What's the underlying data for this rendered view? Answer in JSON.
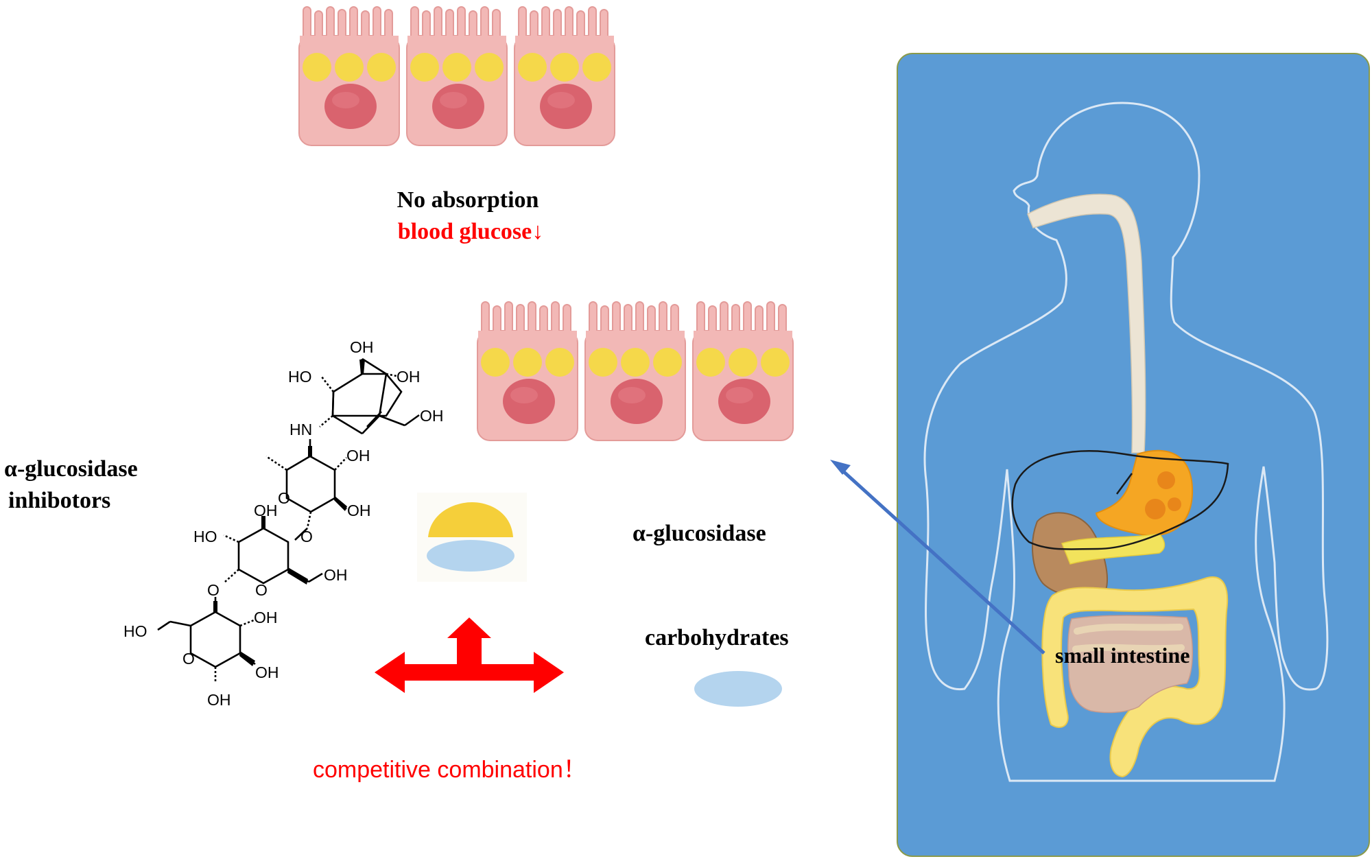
{
  "labels": {
    "no_absorption": "No absorption",
    "blood_glucose": "blood glucose↓",
    "inhibitor_line1": "α-glucosidase",
    "inhibitor_line2": "inhibotors",
    "enzyme": "α-glucosidase",
    "carbohydrates": "carbohydrates",
    "competitive": "competitive combination！",
    "small_intestine": "small intestine"
  },
  "chem_labels": {
    "oh_top": "OH",
    "ho_ring1": "HO",
    "oh_ring1_r": "OH",
    "oh_ch2": "OH",
    "hn": "HN",
    "oh_ring2_r": "OH",
    "o_ring2": "O",
    "oh_ring2_b": "OH",
    "oh_ring3_t": "OH",
    "o_link1": "O",
    "ho_ring3": "HO",
    "o_link2": "O",
    "o_ring3": "O",
    "oh_ring3_ch2": "OH",
    "ho_ring4": "HO",
    "oh_ring4_r": "OH",
    "o_ring4": "O",
    "oh_ring4_b": "OH",
    "oh_ring4_bot": "OH"
  },
  "colors": {
    "cell_body": "#f2b8b6",
    "cell_edge": "#e09a98",
    "vesicle": "#f5d84a",
    "nucleus": "#d9636e",
    "body_panel": "#5b9bd5",
    "red": "#ff0000",
    "arrow_blue": "#4472c4",
    "carb_blue": "#b4d4ee",
    "enzyme_yellow": "#f5cf3a",
    "esophagus": "#ece4d4",
    "intestine_yellow": "#f8e27a"
  },
  "icons": {
    "cells_top": "epithelial-cell-row",
    "cells_mid": "epithelial-cell-row",
    "enzyme": "enzyme-substrate-complex",
    "carb": "carbohydrate-disc",
    "arrow": "competition-arrow",
    "body": "digestive-system-illustration"
  }
}
